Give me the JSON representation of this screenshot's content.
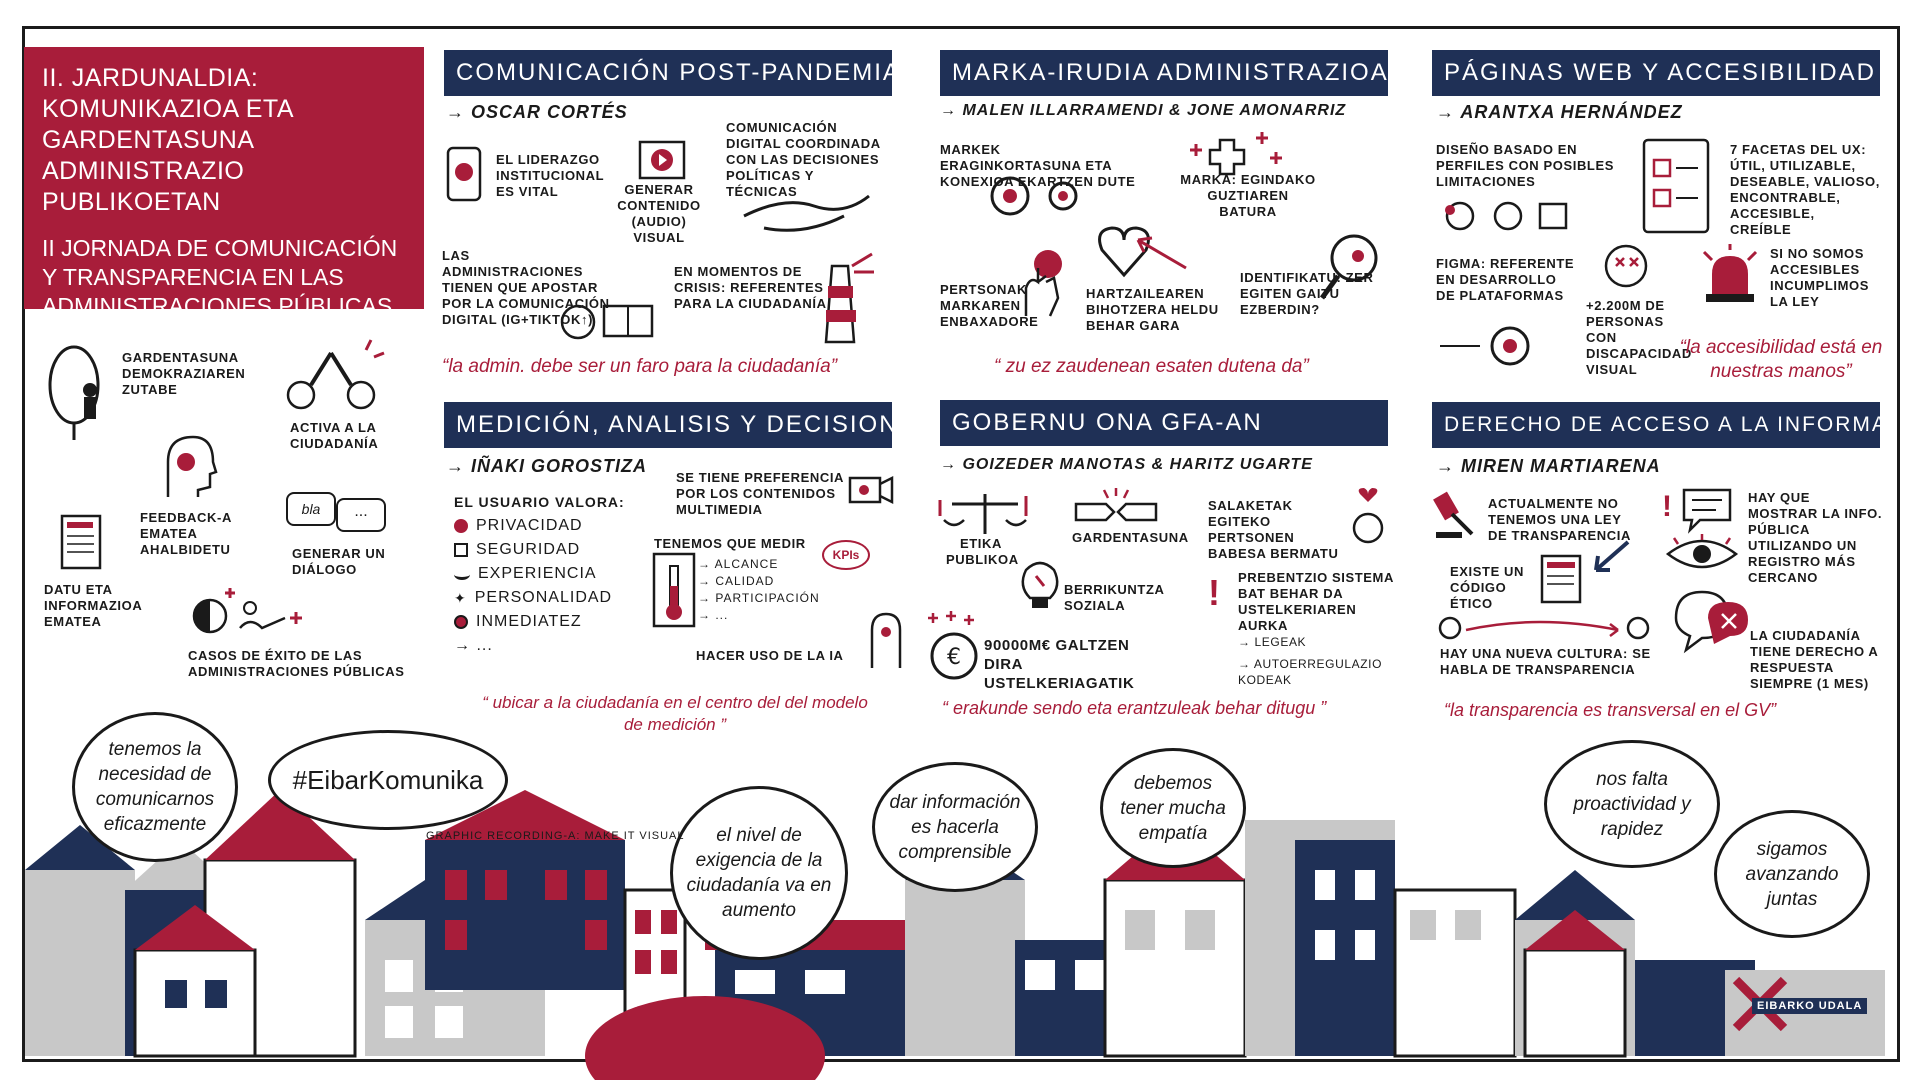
{
  "title": {
    "eu": "II. JARDUNALDIA: KOMUNIKAZIOA ETA GARDENTASUNA ADMINISTRAZIO PUBLIKOETAN",
    "es": "II JORNADA DE COMUNICACIÓN Y TRANSPARENCIA EN LAS ADMINISTRACIONES PÚBLICAS"
  },
  "left_notes": {
    "gardentasuna": "GARDENTASUNA DEMOKRAZIAREN ZUTABE",
    "activa": "ACTIVA A LA CIUDADANÍA",
    "feedback": "FEEDBACK-A EMATEA AHALBIDETU",
    "datu": "DATU ETA INFORMAZIOA EMATEA",
    "generar": "GENERAR UN DIÁLOGO",
    "bla": "bla",
    "casos": "CASOS DE ÉXITO DE LAS ADMINISTRACIONES PÚBLICAS"
  },
  "sections": {
    "s1": {
      "header": "Comunicación post-pandemia",
      "speaker": "→ OSCAR CORTÉS",
      "n1": "EL LIDERAZGO INSTITUCIONAL ES VITAL",
      "n2": "GENERAR CONTENIDO (AUDIO) VISUAL",
      "n3": "COMUNICACIÓN DIGITAL COORDINADA CON LAS DECISIONES POLÍTICAS Y TÉCNICAS",
      "n4": "LAS ADMINISTRACIONES TIENEN QUE APOSTAR POR LA COMUNICACIÓN DIGITAL (IG+TIKTOK↑)",
      "n5": "EN MOMENTOS DE CRISIS: REFERENTES PARA LA CIUDADANÍA",
      "quote": "“la admin. debe ser un faro para la ciudadanía”"
    },
    "s2": {
      "header": "Marka-irudia administrazioan",
      "speaker": "→ MALEN ILLARRAMENDI & JONE AMONARRIZ",
      "n1": "MARKEK ERAGINKORTASUNA ETA KONEXIOA EKARTZEN DUTE",
      "n2": "MARKA: EGINDAKO GUZTIAREN BATURA",
      "n3": "PERTSONAK MARKAREN ENBAXADORE",
      "n4": "HARTZAILEAREN BIHOTZERA HELDU BEHAR GARA",
      "n5": "IDENTIFIKATU: ZER EGITEN GAITU EZBERDIN?",
      "quote": "“ zu ez zaudenean esaten dutena da”"
    },
    "s3": {
      "header": "Páginas web y accesibilidad",
      "speaker": "→ ARANTXA HERNÁNDEZ",
      "n1": "DISEÑO BASADO EN PERFILES CON POSIBLES LIMITACIONES",
      "n2": "7 FACETAS DEL UX: ÚTIL, UTILIZABLE, DESEABLE, VALIOSO, ENCONTRABLE, ACCESIBLE, CREÍBLE",
      "n3": "FIGMA: REFERENTE EN DESARROLLO DE PLATAFORMAS",
      "n4": "+2.200M DE PERSONAS CON DISCAPACIDAD VISUAL",
      "n5": "SI NO SOMOS ACCESIBLES INCUMPLIMOS LA LEY",
      "quote": "“la accesibilidad está en nuestras manos”"
    },
    "s4": {
      "header": "Medición, analisis y decisiones",
      "speaker": "→ IÑAKI GOROSTIZA",
      "list_title": "EL USUARIO VALORA:",
      "items": [
        "PRIVACIDAD",
        "SEGURIDAD",
        "EXPERIENCIA",
        "PERSONALIDAD",
        "INMEDIATEZ",
        "→ ..."
      ],
      "n1": "SE TIENE PREFERENCIA POR LOS CONTENIDOS MULTIMEDIA",
      "n2": "TENEMOS QUE MEDIR",
      "kpis": "KPIs",
      "measures": [
        "→ ALCANCE",
        "→ CALIDAD",
        "→ PARTICIPACIÓN",
        "→ ..."
      ],
      "n3": "HACER USO DE LA IA",
      "quote": "“ ubicar a la ciudadanía en el centro del del modelo de medición ”"
    },
    "s5": {
      "header": "Gobernu ona GFA-an",
      "speaker": "→ GOIZEDER MANOTAS & HARITZ UGARTE",
      "n1": "ETIKA PUBLIKOA",
      "n2": "GARDENTASUNA",
      "n3": "SALAKETAK EGITEKO PERTSONEN BABESA BERMATU",
      "n4": "BERRIKUNTZA SOZIALA",
      "n5": "PREBENTZIO SISTEMA BAT BEHAR DA USTELKERIAREN AURKA",
      "n6": "→ LEGEAK",
      "n7": "→ AUTOERREGULAZIO KODEAK",
      "n8": "90000M€ GALTZEN DIRA USTELKERIAGATIK",
      "quote": "“ erakunde sendo eta erantzuleak behar ditugu ”"
    },
    "s6": {
      "header": "Derecho de acceso a la información",
      "speaker": "→ MIREN MARTIARENA",
      "n1": "ACTUALMENTE NO TENEMOS UNA LEY DE TRANSPARENCIA",
      "n2": "HAY QUE MOSTRAR LA INFO. PÚBLICA UTILIZANDO UN REGISTRO MÁS CERCANO",
      "n3": "EXISTE UN CÓDIGO ÉTICO",
      "n4": "HAY UNA NUEVA CULTURA: SE HABLA DE TRANSPARENCIA",
      "n5": "LA CIUDADANÍA TIENE DERECHO A RESPUESTA SIEMPRE (1 MES)",
      "quote": "“la transparencia es transversal en el GV”"
    }
  },
  "bubbles": {
    "b1": "tenemos la necesidad de comunicarnos eficazmente",
    "b2": "#EibarKomunika",
    "b3": "el nivel de exigencia de la ciudadanía va en aumento",
    "b4": "dar información es hacerla comprensible",
    "b5": "debemos tener mucha empatía",
    "b6": "nos falta proactividad y rapidez",
    "b7": "sigamos avanzando juntas"
  },
  "credit": "GRAPHIC RECORDING-A: MAKE IT VISUAL",
  "logo": "EIBARKO UDALA",
  "colors": {
    "red": "#a81d3a",
    "navy": "#1f3056",
    "grey": "#c8c8c8",
    "light_blue": "#c9dcf2"
  }
}
